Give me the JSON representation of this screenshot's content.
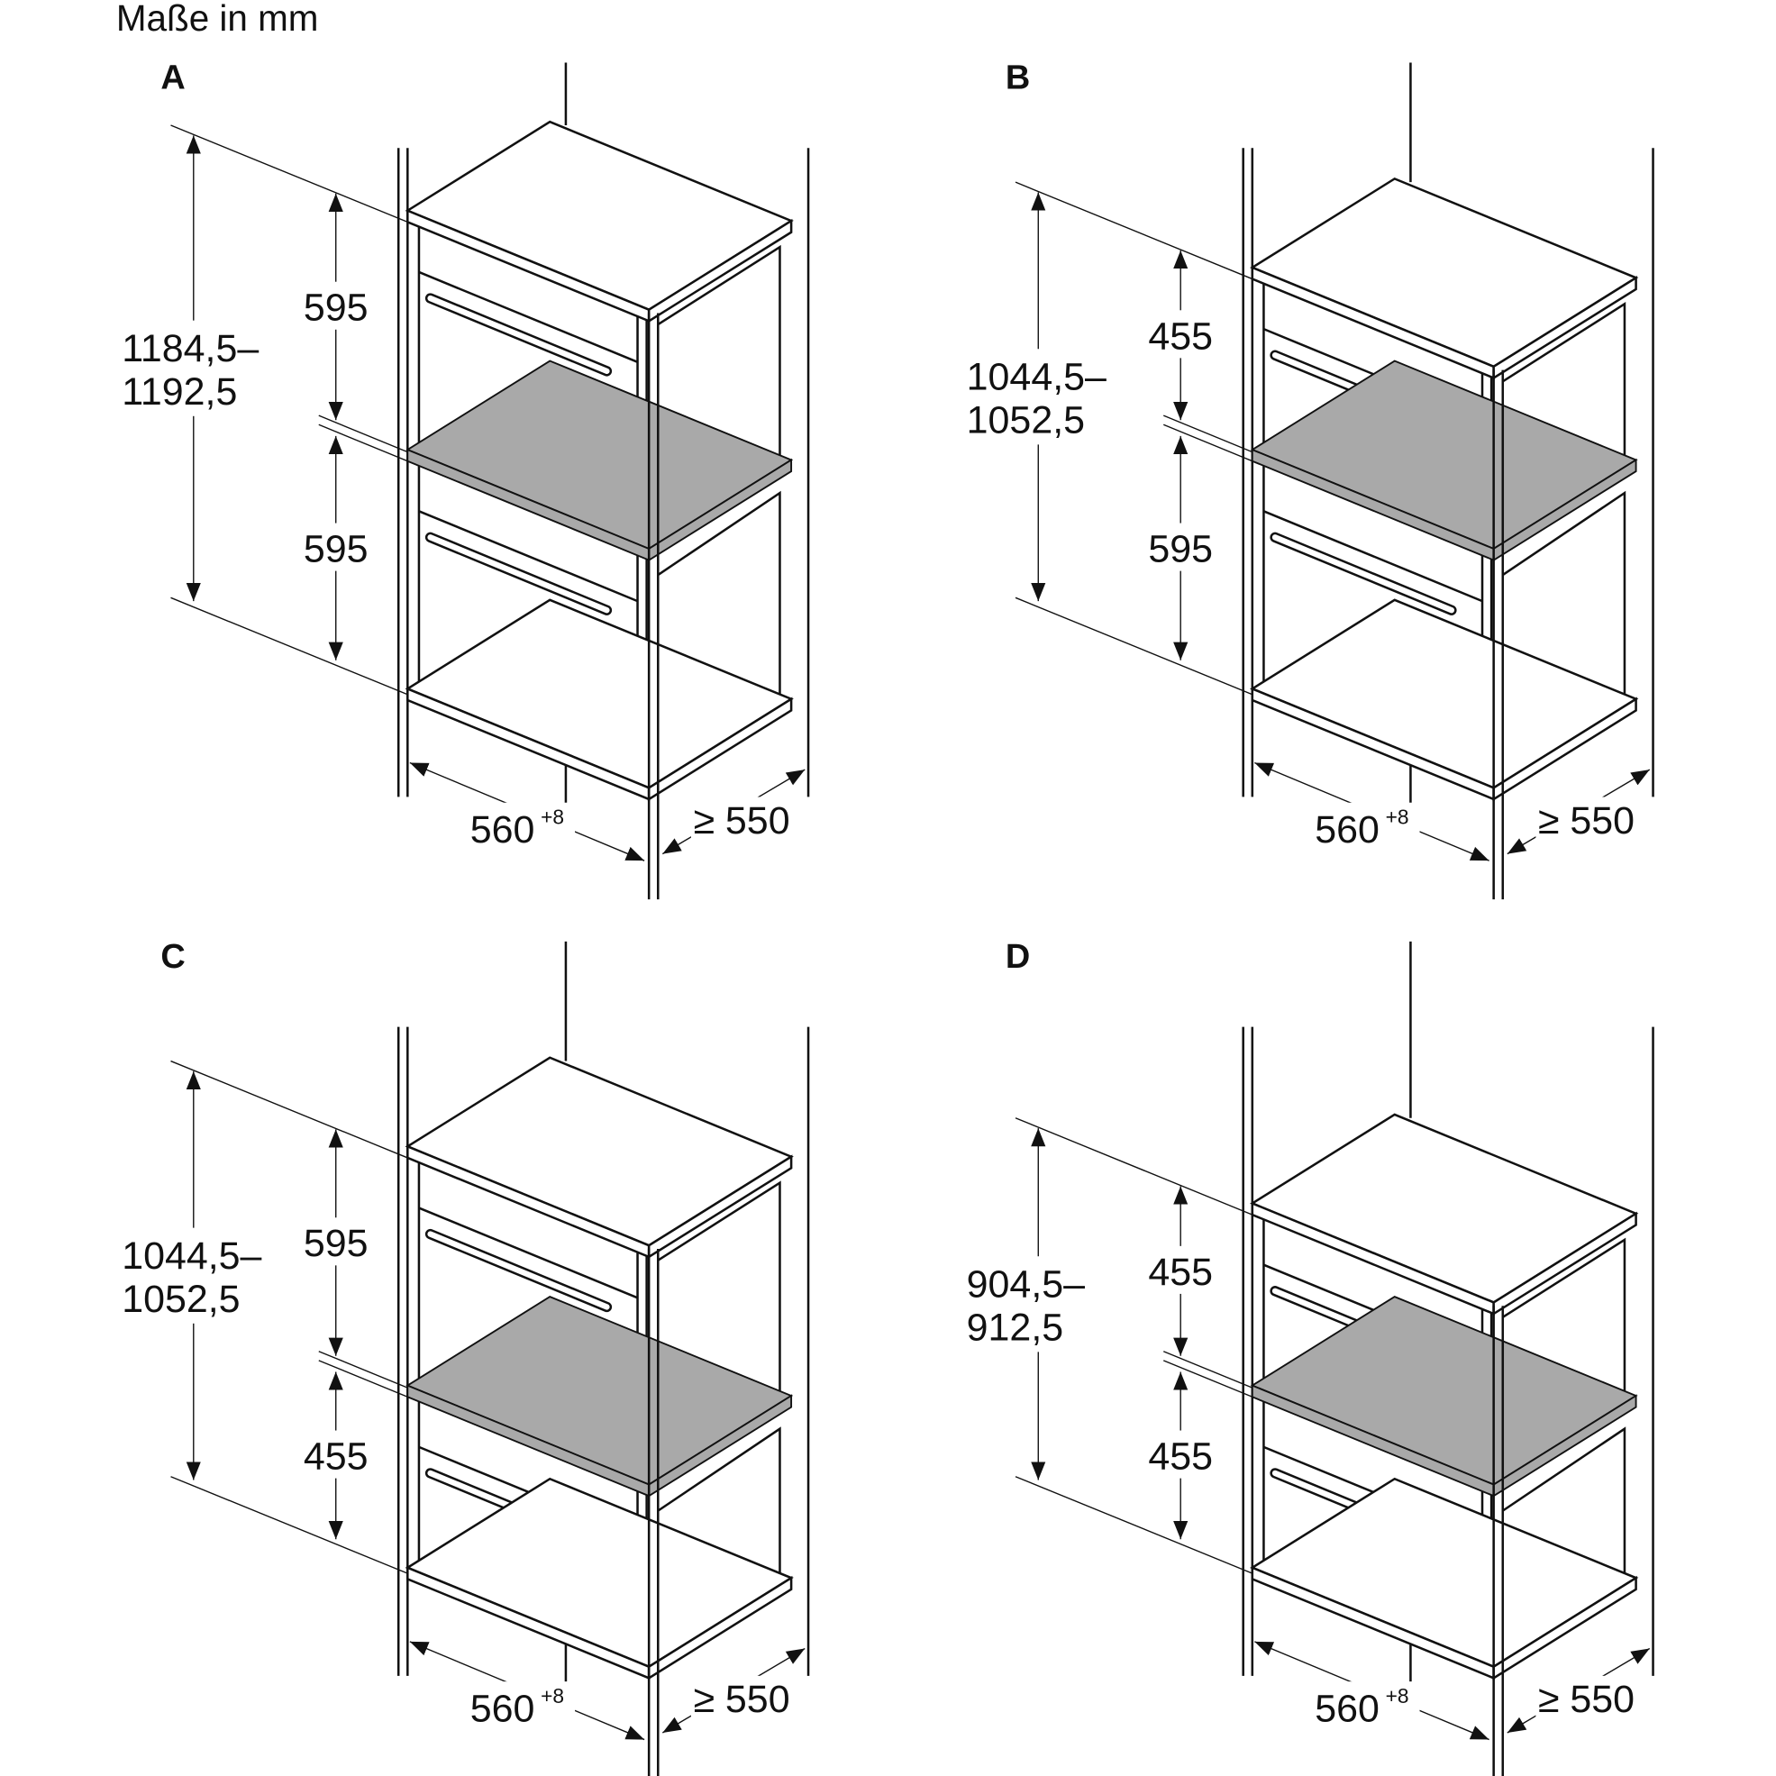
{
  "units_caption": "Maße in mm",
  "panels": [
    {
      "label": "A",
      "total_line1": "1184,5–",
      "total_line2": "1192,5",
      "upper": "595",
      "lower": "595",
      "width": "560",
      "width_tol": "+8",
      "depth": "≥ 550"
    },
    {
      "label": "B",
      "total_line1": "1044,5–",
      "total_line2": "1052,5",
      "upper": "455",
      "lower": "595",
      "width": "560",
      "width_tol": "+8",
      "depth": "≥ 550"
    },
    {
      "label": "C",
      "total_line1": "1044,5–",
      "total_line2": "1052,5",
      "upper": "595",
      "lower": "455",
      "width": "560",
      "width_tol": "+8",
      "depth": "≥ 550"
    },
    {
      "label": "D",
      "total_line1": "904,5–",
      "total_line2": "912,5",
      "upper": "455",
      "lower": "455",
      "width": "560",
      "width_tol": "+8",
      "depth": "≥ 550"
    }
  ]
}
